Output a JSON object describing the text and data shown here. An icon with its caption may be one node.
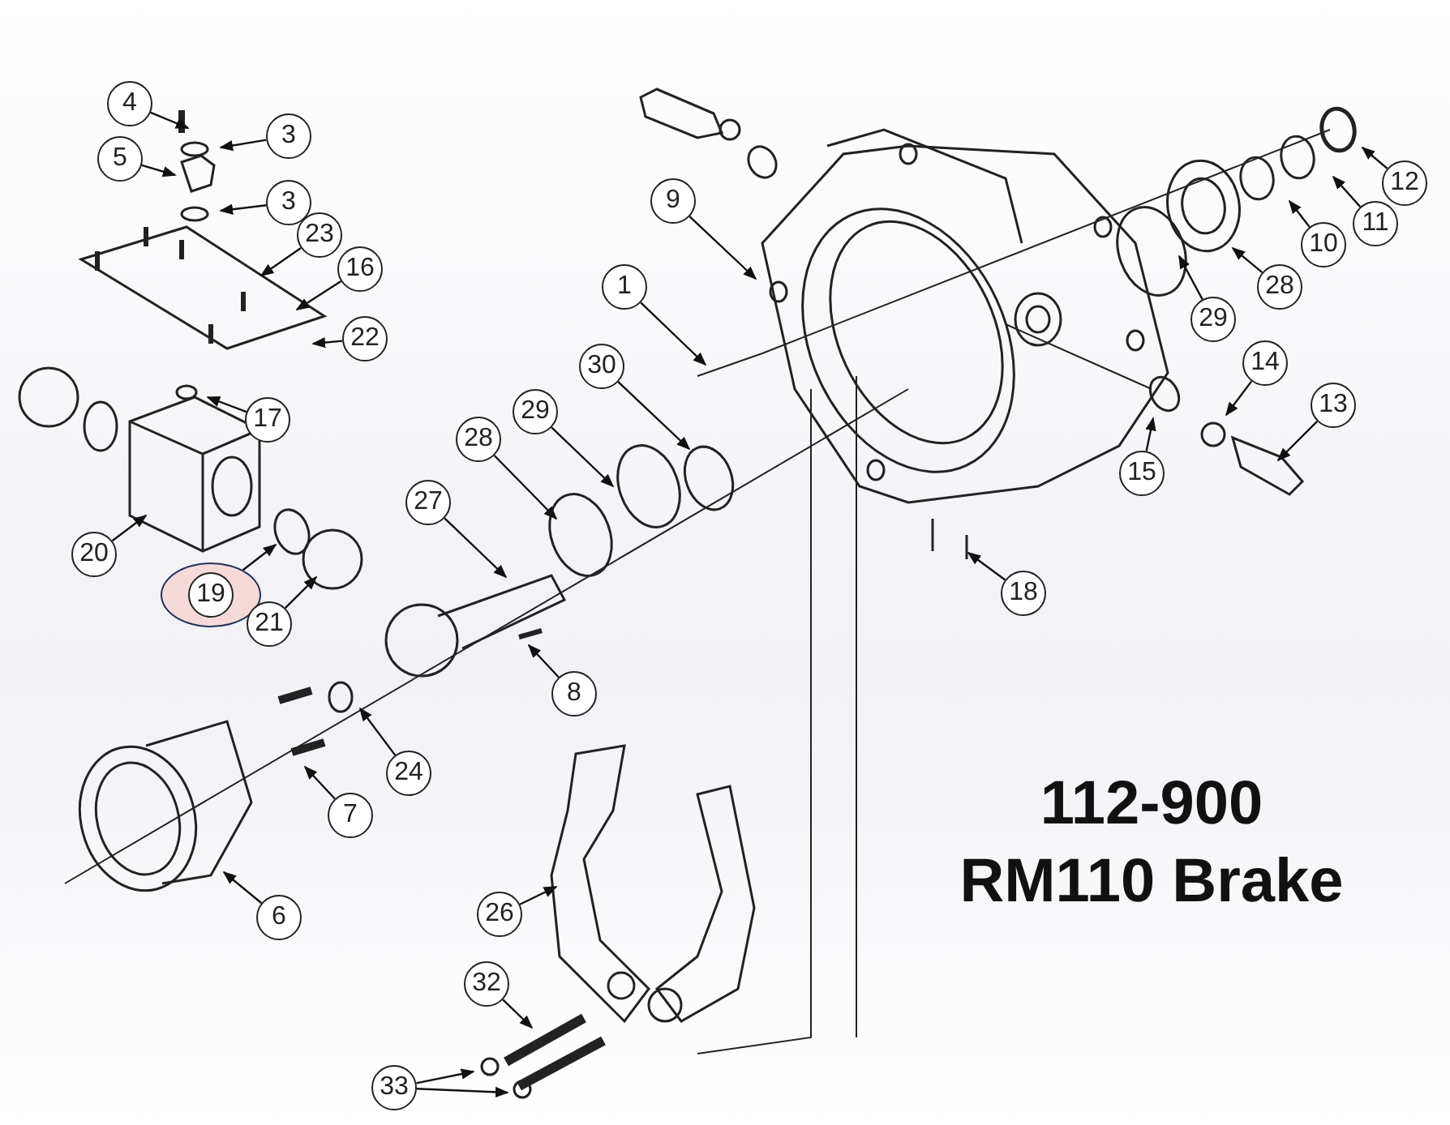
{
  "diagram": {
    "title": "112-900 RM110 Brake",
    "nodes": [
      {
        "text": [
          "4"
        ]
      },
      {
        "text": [
          "3"
        ]
      },
      {
        "text": [
          "5"
        ]
      },
      {
        "text": [
          "3"
        ]
      },
      {
        "text": [
          "23"
        ]
      },
      {
        "text": [
          "16"
        ]
      },
      {
        "text": [
          "22"
        ]
      },
      {
        "text": [
          "17"
        ]
      },
      {
        "text": [
          "20"
        ]
      },
      {
        "text": [
          "19"
        ]
      },
      {
        "text": [
          "21"
        ]
      },
      {
        "text": [
          "9"
        ]
      },
      {
        "text": [
          "1"
        ]
      },
      {
        "text": [
          "30"
        ]
      },
      {
        "text": [
          "29"
        ]
      },
      {
        "text": [
          "28"
        ]
      },
      {
        "text": [
          "27"
        ]
      },
      {
        "text": [
          "8"
        ]
      },
      {
        "text": [
          "24"
        ]
      },
      {
        "text": [
          "7"
        ]
      },
      {
        "text": [
          "6"
        ]
      },
      {
        "text": [
          "26"
        ]
      },
      {
        "text": [
          "32"
        ]
      },
      {
        "text": [
          "33"
        ]
      },
      {
        "text": [
          "12"
        ]
      },
      {
        "text": [
          "11"
        ]
      },
      {
        "text": [
          "10"
        ]
      },
      {
        "text": [
          "28"
        ]
      },
      {
        "text": [
          "29"
        ]
      },
      {
        "text": [
          "14"
        ]
      },
      {
        "text": [
          "13"
        ]
      },
      {
        "text": [
          "15"
        ]
      },
      {
        "text": [
          "18"
        ]
      }
    ],
    "edges": [
      {
        "from": 0,
        "to": null,
        "arrow": "to"
      },
      {
        "from": 1,
        "to": null,
        "arrow": "to"
      },
      {
        "from": 2,
        "to": null,
        "arrow": "to"
      },
      {
        "from": 3,
        "to": null,
        "arrow": "to"
      },
      {
        "from": 4,
        "to": null,
        "arrow": "to"
      },
      {
        "from": 5,
        "to": null,
        "arrow": "to"
      },
      {
        "from": 6,
        "to": null,
        "arrow": "to"
      },
      {
        "from": 7,
        "to": null,
        "arrow": "to"
      },
      {
        "from": 8,
        "to": null,
        "arrow": "to"
      },
      {
        "from": 9,
        "to": null,
        "arrow": "to"
      },
      {
        "from": 10,
        "to": null,
        "arrow": "to"
      },
      {
        "from": 11,
        "to": null,
        "arrow": "to"
      },
      {
        "from": 12,
        "to": null,
        "arrow": "to"
      },
      {
        "from": 13,
        "to": null,
        "arrow": "to"
      },
      {
        "from": 14,
        "to": null,
        "arrow": "to"
      },
      {
        "from": 15,
        "to": null,
        "arrow": "to"
      },
      {
        "from": 16,
        "to": null,
        "arrow": "to"
      },
      {
        "from": 17,
        "to": null,
        "arrow": "to"
      },
      {
        "from": 18,
        "to": null,
        "arrow": "to"
      },
      {
        "from": 19,
        "to": null,
        "arrow": "to"
      },
      {
        "from": 20,
        "to": null,
        "arrow": "to"
      },
      {
        "from": 21,
        "to": null,
        "arrow": "to"
      },
      {
        "from": 22,
        "to": null,
        "arrow": "to"
      },
      {
        "from": 23,
        "to": null,
        "arrow": "to"
      },
      {
        "from": 23,
        "to": null,
        "arrow": "to"
      },
      {
        "from": 24,
        "to": null,
        "arrow": "to"
      },
      {
        "from": 25,
        "to": null,
        "arrow": "to"
      },
      {
        "from": 26,
        "to": null,
        "arrow": "to"
      },
      {
        "from": 27,
        "to": null,
        "arrow": "to"
      },
      {
        "from": 28,
        "to": null,
        "arrow": "to"
      },
      {
        "from": 29,
        "to": null,
        "arrow": "to"
      },
      {
        "from": 30,
        "to": null,
        "arrow": "to"
      },
      {
        "from": 31,
        "to": null,
        "arrow": "to"
      },
      {
        "from": 32,
        "to": null,
        "arrow": "to"
      }
    ]
  }
}
